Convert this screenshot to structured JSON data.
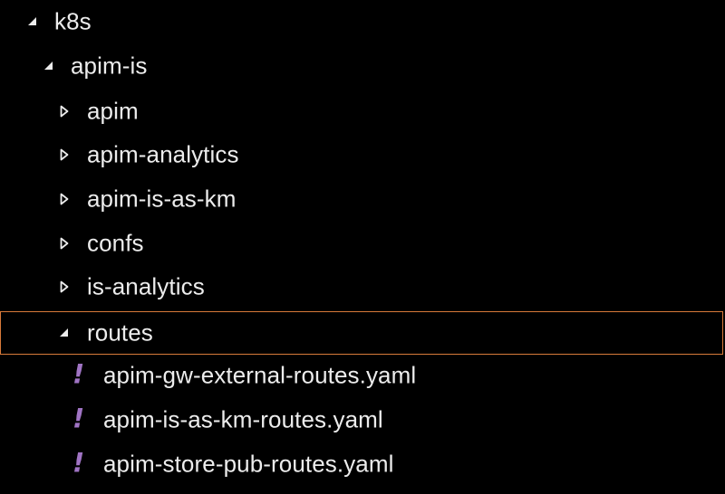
{
  "theme": {
    "background": "#000000",
    "text": "#ececec",
    "selection_border": "#d87a3a",
    "yaml_icon_color": "#a074c4"
  },
  "tree": {
    "root": {
      "label": "k8s",
      "icon": "chevron-down-icon",
      "expanded": true
    },
    "apim_is": {
      "label": "apim-is",
      "icon": "chevron-down-icon",
      "expanded": true
    },
    "children": [
      {
        "label": "apim",
        "icon": "chevron-right-icon",
        "expanded": false
      },
      {
        "label": "apim-analytics",
        "icon": "chevron-right-icon",
        "expanded": false
      },
      {
        "label": "apim-is-as-km",
        "icon": "chevron-right-icon",
        "expanded": false
      },
      {
        "label": "confs",
        "icon": "chevron-right-icon",
        "expanded": false
      },
      {
        "label": "is-analytics",
        "icon": "chevron-right-icon",
        "expanded": false
      }
    ],
    "routes": {
      "label": "routes",
      "icon": "chevron-down-icon",
      "expanded": true,
      "selected": true
    },
    "files": [
      {
        "label": "apim-gw-external-routes.yaml",
        "icon": "yaml-file-icon",
        "glyph": "!"
      },
      {
        "label": "apim-is-as-km-routes.yaml",
        "icon": "yaml-file-icon",
        "glyph": "!"
      },
      {
        "label": "apim-store-pub-routes.yaml",
        "icon": "yaml-file-icon",
        "glyph": "!"
      }
    ]
  }
}
